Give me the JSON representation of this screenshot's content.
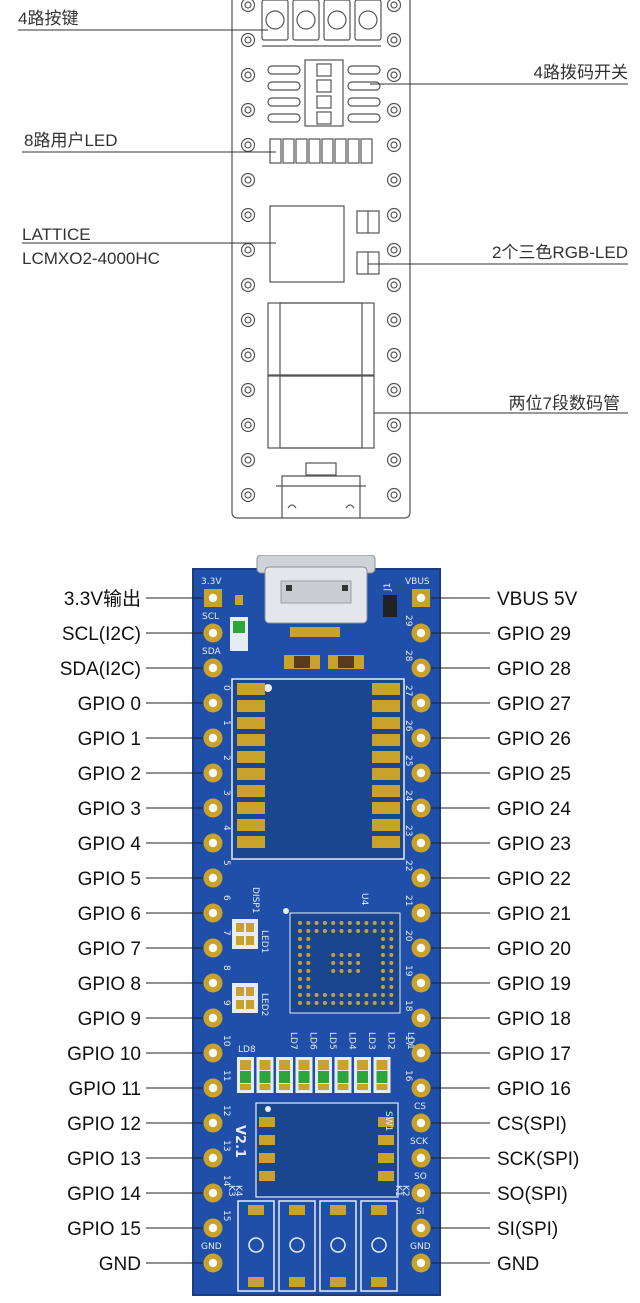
{
  "top_diagram": {
    "labels": {
      "buttons": "4路按键",
      "dip_switch": "4路拨码开关",
      "user_led": "8路用户LED",
      "fpga_line1": "LATTICE",
      "fpga_line2": "LCMXO2-4000HC",
      "rgb_led": "2个三色RGB-LED",
      "seven_seg": "两位7段数码管"
    }
  },
  "board": {
    "colors": {
      "pcb": "#1f4fa8",
      "gold": "#c8a22a",
      "silk": "#e8ecf4"
    },
    "silk": {
      "v33": "3.3V",
      "scl": "SCL",
      "sda": "SDA",
      "gnd": "GND",
      "vbus": "VBUS",
      "j1": "J1",
      "cs": "CS",
      "sck": "SCK",
      "so": "SO",
      "si": "SI",
      "disp1": "DISP1",
      "u4": "U4",
      "led1": "LED1",
      "led2": "LED2",
      "ld8": "LD8",
      "ld_top": [
        "LD7",
        "LD6",
        "LD5",
        "LD4",
        "LD3",
        "LD2",
        "LD1"
      ],
      "sw1": "SW1",
      "v21": "V2.1",
      "k3": "K3",
      "k4": "K4",
      "k1": "K1",
      "k2": "K2",
      "left_numbers": [
        "0",
        "1",
        "2",
        "3",
        "4",
        "5",
        "6",
        "7",
        "8",
        "9",
        "10",
        "11",
        "12",
        "13",
        "14",
        "15"
      ],
      "right_numbers": [
        "29",
        "28",
        "27",
        "26",
        "25",
        "24",
        "23",
        "22",
        "21",
        "20",
        "19",
        "18",
        "17",
        "16"
      ]
    }
  },
  "pinout": {
    "left": [
      "3.3V输出",
      "SCL(I2C)",
      "SDA(I2C)",
      "GPIO 0",
      "GPIO 1",
      "GPIO 2",
      "GPIO 3",
      "GPIO 4",
      "GPIO 5",
      "GPIO 6",
      "GPIO 7",
      "GPIO 8",
      "GPIO 9",
      "GPIO 10",
      "GPIO 11",
      "GPIO 12",
      "GPIO 13",
      "GPIO 14",
      "GPIO 15",
      "GND"
    ],
    "right": [
      "VBUS 5V",
      "GPIO 29",
      "GPIO 28",
      "GPIO 27",
      "GPIO 26",
      "GPIO 25",
      "GPIO 24",
      "GPIO 23",
      "GPIO 22",
      "GPIO 21",
      "GPIO 20",
      "GPIO 19",
      "GPIO 18",
      "GPIO 17",
      "GPIO 16",
      "CS(SPI)",
      "SCK(SPI)",
      "SO(SPI)",
      "SI(SPI)",
      "GND"
    ]
  }
}
